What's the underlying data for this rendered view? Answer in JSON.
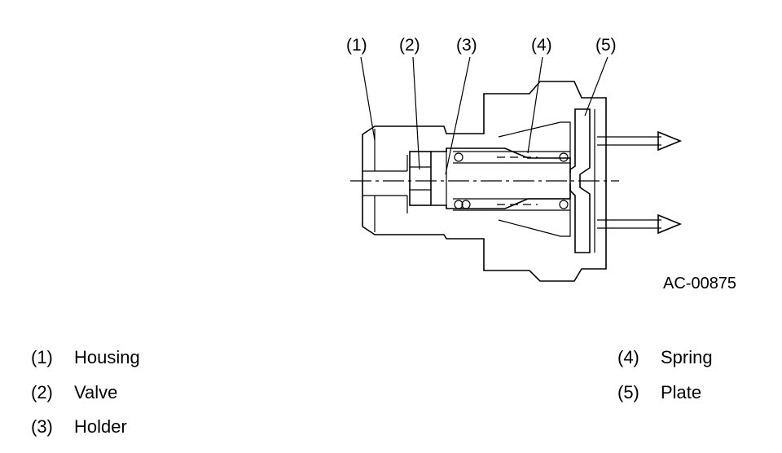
{
  "callouts": [
    "(1)",
    "(2)",
    "(3)",
    "(4)",
    "(5)"
  ],
  "figure_code": "AC-00875",
  "legend": [
    {
      "num": "(1)",
      "label": "Housing"
    },
    {
      "num": "(2)",
      "label": "Valve"
    },
    {
      "num": "(3)",
      "label": "Holder"
    },
    {
      "num": "(4)",
      "label": "Spring"
    },
    {
      "num": "(5)",
      "label": "Plate"
    }
  ]
}
